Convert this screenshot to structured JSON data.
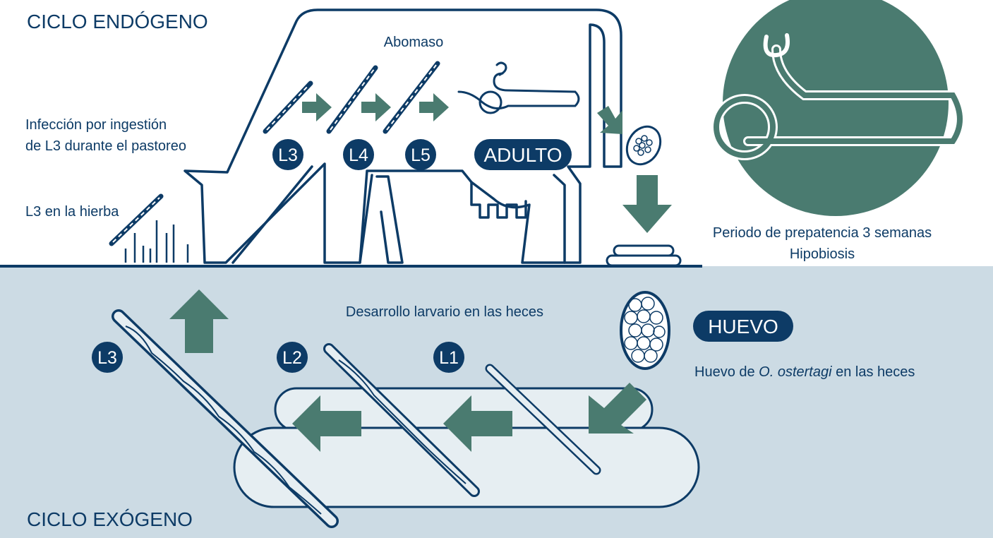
{
  "headings": {
    "endogenous": "CICLO ENDÓGENO",
    "exogenous": "CICLO EXÓGENO"
  },
  "labels": {
    "abomasum": "Abomaso",
    "infection_line1": "Infección por ingestión",
    "infection_line2": "de L3 durante el pastoreo",
    "l3_grass": "L3 en la hierba",
    "prepatency_line1": "Periodo de prepatencia 3 semanas",
    "prepatency_line2": "Hipobiosis",
    "larval_development": "Desarrollo larvario en las heces",
    "egg_caption_prefix": "Huevo de ",
    "egg_caption_species": "O. ostertagi",
    "egg_caption_suffix": " en las heces"
  },
  "stages": {
    "endo_l3": "L3",
    "endo_l4": "L4",
    "endo_l5": "L5",
    "adult": "ADULTO",
    "egg": "HUEVO",
    "exo_l3": "L3",
    "exo_l2": "L2",
    "exo_l1": "L1"
  },
  "colors": {
    "navy": "#0d3b66",
    "teal_green": "#4a7b70",
    "light_blue": "#ccdbe4",
    "pale_blue": "#e6eef2"
  }
}
